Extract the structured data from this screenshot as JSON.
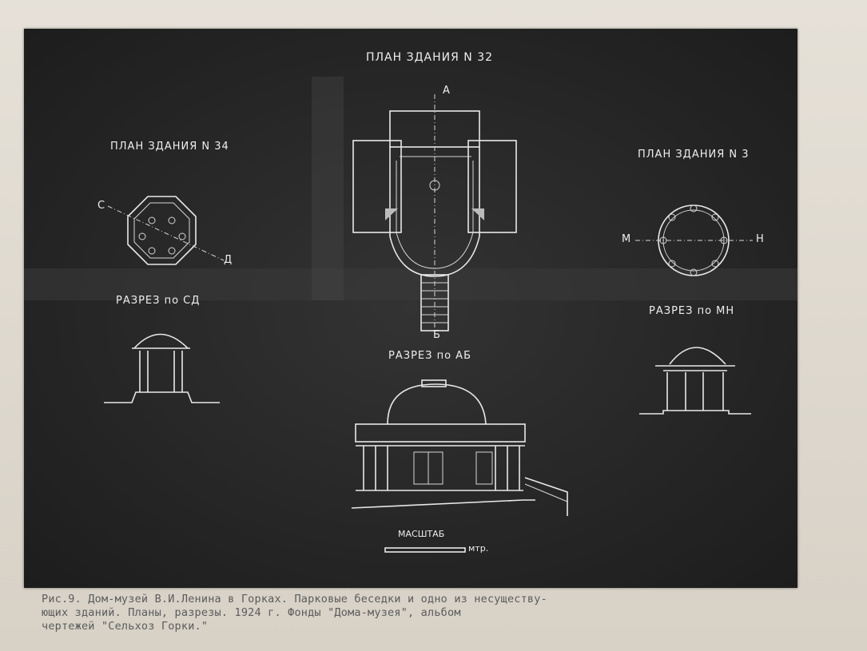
{
  "labels": {
    "plan_32": "ПЛАН ЗДАНИЯ N 32",
    "plan_34": "ПЛАН ЗДАНИЯ N 34",
    "plan_3": "ПЛАН ЗДАНИЯ N 3",
    "section_sd": "РАЗРЕЗ по СД",
    "section_ab": "РАЗРЕЗ по АБ",
    "section_mn": "РАЗРЕЗ по МН",
    "scale": "МАСШТАБ",
    "scale_unit": "мтр.",
    "point_a": "А",
    "point_b": "Б",
    "point_c": "С",
    "point_d": "Д",
    "point_m": "М",
    "point_h": "Н"
  },
  "caption": {
    "line1": "Рис.9. Дом-музей В.И.Ленина в Горках. Парковые беседки и одно из несуществу-",
    "line2": "ющих зданий. Планы, разрезы. 1924 г. Фонды \"Дома-музея\", альбом",
    "line3": "чертежей \"Сельхоз Горки.\""
  }
}
